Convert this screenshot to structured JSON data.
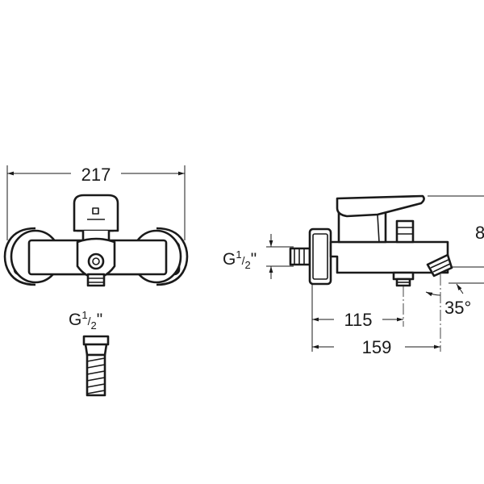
{
  "front_view": {
    "width_dim": "217",
    "thread_label": "G",
    "thread_frac_num": "1",
    "thread_frac_den": "2",
    "thread_unit": "\""
  },
  "side_view": {
    "thread_label": "G",
    "thread_frac_num": "1",
    "thread_frac_den": "2",
    "thread_unit": "\"",
    "dim_spout_inlet": "115",
    "dim_total_depth": "159",
    "angle": "35°",
    "height_dim_partial": "8"
  }
}
